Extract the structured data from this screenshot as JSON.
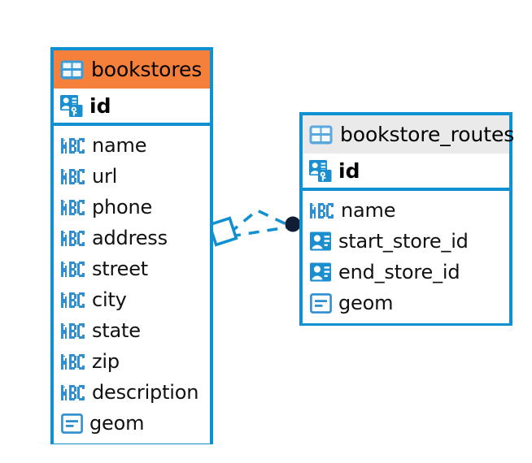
{
  "diagram": {
    "kind": "entity-relationship-diagram",
    "background_color": "#ffffff",
    "accent_blue": "#0f90d0",
    "accent_orange": "#f5803c",
    "header_gray": "#eaeaea",
    "connector_dot_color": "#0d1b33"
  },
  "entities": [
    {
      "id": "bookstores",
      "title": "bookstores",
      "header_icon": "table-icon",
      "header_color": "#f5803c",
      "selected": true,
      "primary_key": {
        "name": "id",
        "icon": "primary-key-icon"
      },
      "fields": [
        {
          "name": "name",
          "icon": "abc-text-icon"
        },
        {
          "name": "url",
          "icon": "abc-text-icon"
        },
        {
          "name": "phone",
          "icon": "abc-text-icon"
        },
        {
          "name": "address",
          "icon": "abc-text-icon"
        },
        {
          "name": "street",
          "icon": "abc-text-icon"
        },
        {
          "name": "city",
          "icon": "abc-text-icon"
        },
        {
          "name": "state",
          "icon": "abc-text-icon"
        },
        {
          "name": "zip",
          "icon": "abc-text-icon"
        },
        {
          "name": "description",
          "icon": "abc-text-icon"
        },
        {
          "name": "geom",
          "icon": "geometry-icon"
        }
      ]
    },
    {
      "id": "bookstore_routes",
      "title": "bookstore_routes",
      "header_icon": "table-icon",
      "header_color": "#eaeaea",
      "selected": false,
      "primary_key": {
        "name": "id",
        "icon": "primary-key-icon"
      },
      "fields": [
        {
          "name": "name",
          "icon": "abc-text-icon"
        },
        {
          "name": "start_store_id",
          "icon": "foreign-key-icon"
        },
        {
          "name": "end_store_id",
          "icon": "foreign-key-icon"
        },
        {
          "name": "geom",
          "icon": "geometry-icon"
        }
      ]
    }
  ],
  "relationship": {
    "from_entity": "bookstores",
    "to_entity": "bookstore_routes",
    "from_marker": "diamond-outline-marker",
    "to_marker": "filled-circle-marker",
    "line_style": "dashed",
    "line_color": "#0f90d0"
  }
}
